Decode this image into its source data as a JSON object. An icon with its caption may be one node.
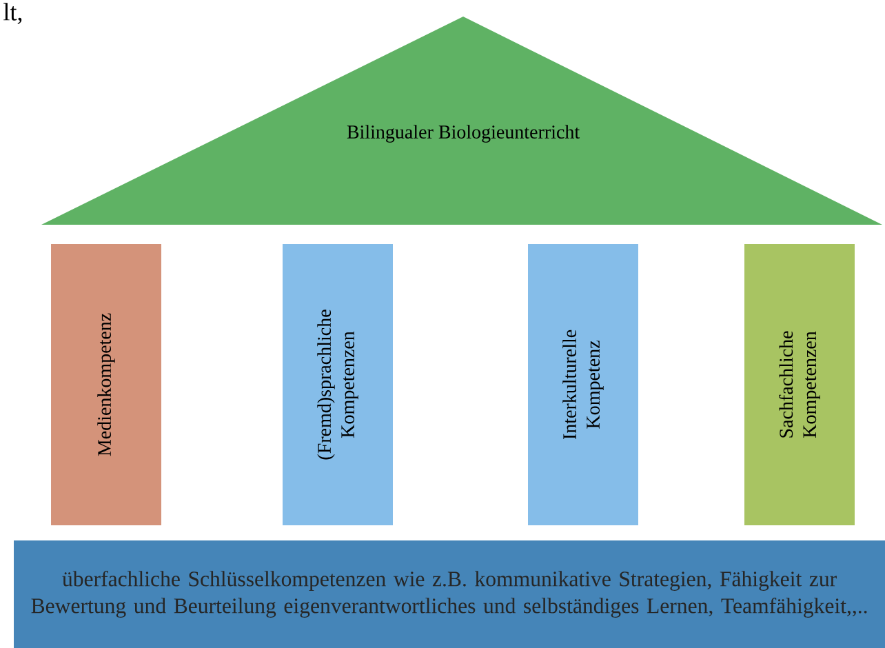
{
  "diagram": {
    "nodes": [
      {
        "text": [
          "Bilingualer Biologieunterricht"
        ]
      },
      {
        "text": [
          "Medienkompetenz"
        ]
      },
      {
        "text": [
          "(Fremd)sprachliche Kompetenzen"
        ]
      },
      {
        "text": [
          "Interkulturelle Kompetenz"
        ]
      },
      {
        "text": [
          "Sachfachliche Kompetenzen"
        ]
      },
      {
        "text": [
          "überfachliche Schlüsselkompetenzen wie z.B. kommunikative Strategien, Fähigkeit zur Bewertung und Beurteilung eigenverantwortliches und selbständiges Lernen, Teamfähigkeit,,.."
        ]
      }
    ],
    "labels": [
      "lt,"
    ]
  }
}
